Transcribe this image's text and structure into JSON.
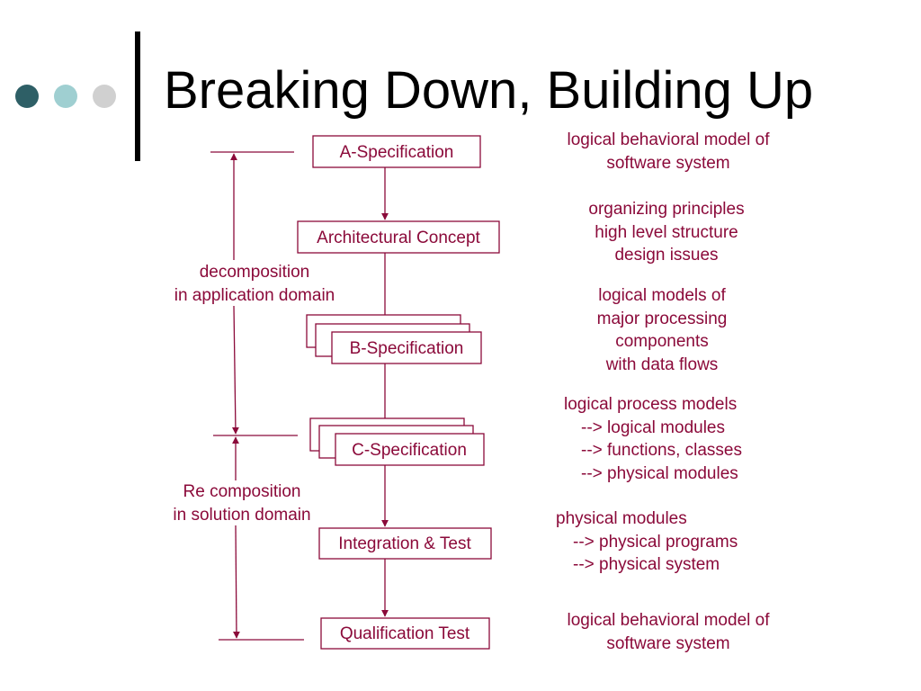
{
  "slide": {
    "title": "Breaking Down, Building Up"
  },
  "colors": {
    "accent": "#8b0a3a",
    "title": "#000000",
    "bullet_dark": "#2e5f66",
    "bullet_mid": "#9fcfd1",
    "bullet_light": "#d0d0d0"
  },
  "diagram": {
    "boxes": {
      "a_spec": "A-Specification",
      "arch_concept": "Architectural Concept",
      "b_spec": "B-Specification",
      "c_spec": "C-Specification",
      "integration": "Integration & Test",
      "qualification": "Qualification Test"
    },
    "side_labels": {
      "decomposition": [
        "decomposition",
        "in application domain"
      ],
      "recomposition": [
        "Re composition",
        "in solution domain"
      ]
    },
    "descriptions": {
      "a_spec": [
        "logical behavioral model of",
        "software system"
      ],
      "arch_concept": [
        "organizing principles",
        "high level structure",
        "design issues"
      ],
      "b_spec": [
        "logical models of",
        "major processing",
        "components",
        "with data flows"
      ],
      "c_spec": [
        "logical process models",
        "--> logical modules",
        "--> functions, classes",
        "--> physical modules"
      ],
      "integration": [
        "physical modules",
        "--> physical programs",
        "--> physical system"
      ],
      "qualification": [
        "logical behavioral model of",
        "software system"
      ]
    }
  }
}
